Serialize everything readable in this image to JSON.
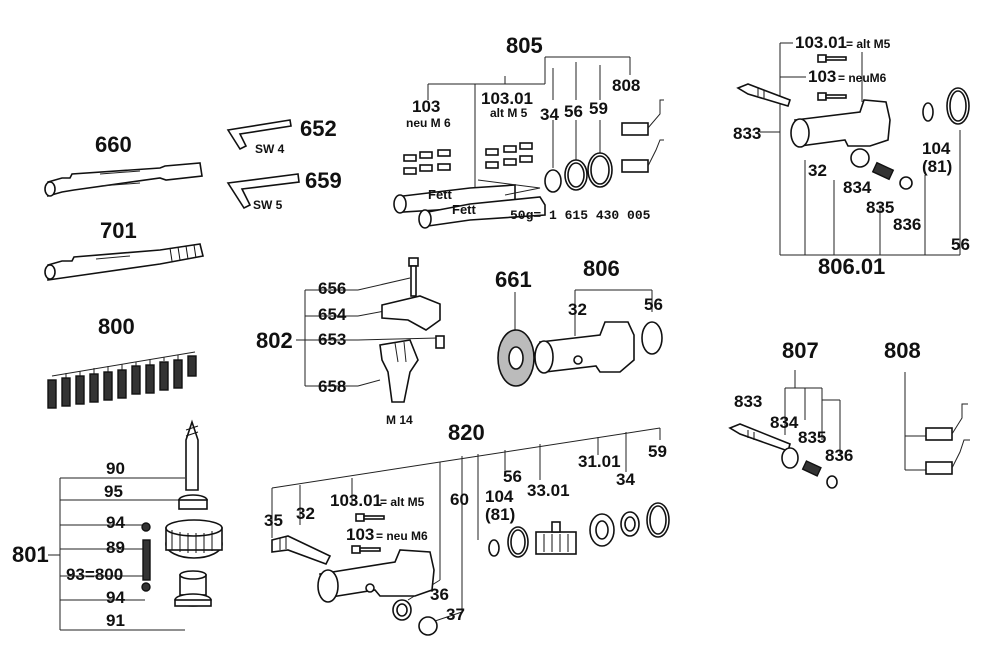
{
  "groups": {
    "g660": {
      "title": "660"
    },
    "g701": {
      "title": "701"
    },
    "g800": {
      "title": "800"
    },
    "g801": {
      "title": "801",
      "items": [
        "90",
        "95",
        "94",
        "89",
        "93=800",
        "94",
        "91"
      ]
    },
    "g652": {
      "title": "652",
      "sub": "SW 4"
    },
    "g659": {
      "title": "659",
      "sub": "SW 5"
    },
    "g805": {
      "title": "805",
      "items": [
        "34",
        "56",
        "59",
        "808"
      ],
      "sub103": {
        "num": "103",
        "note": "neu M 6"
      },
      "sub10301": {
        "num": "103.01",
        "note": "alt M 5"
      },
      "fett1": "Fett",
      "fett2": "Fett",
      "part_no": "50g= 1 615 430 005"
    },
    "g802": {
      "title": "802",
      "items": [
        "656",
        "654",
        "653",
        "658"
      ],
      "m14": "M 14"
    },
    "g661": {
      "title": "661"
    },
    "g806": {
      "title": "806",
      "items": [
        "32",
        "56"
      ]
    },
    "g80601": {
      "title": "806.01",
      "top1": "103.01",
      "top1_note": "= alt M5",
      "top2": "103",
      "top2_note": "= neuM6",
      "items": [
        "833",
        "32",
        "834",
        "835",
        "836",
        "56"
      ],
      "l104": "104",
      "l81": "(81)"
    },
    "g807": {
      "title": "807",
      "items": [
        "833",
        "834",
        "835",
        "836"
      ]
    },
    "g808": {
      "title": "808"
    },
    "g820": {
      "title": "820",
      "items": [
        "35",
        "32",
        "60",
        "56",
        "33.01",
        "31.01",
        "34",
        "59",
        "36",
        "37"
      ],
      "l104": "104",
      "l81": "(81)",
      "s1": "103.01",
      "s1_note": "= alt M5",
      "s2": "103",
      "s2_note": "= neu M6"
    }
  }
}
